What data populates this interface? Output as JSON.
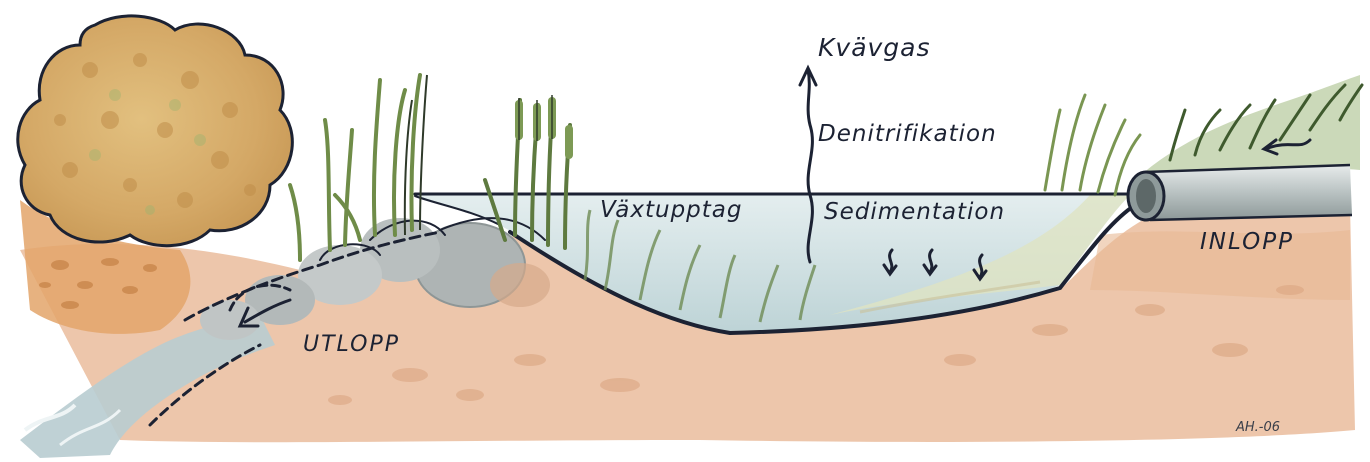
{
  "labels": {
    "gas": "Kvävgas",
    "denitrification": "Denitrifikation",
    "plant_uptake": "Växtupptag",
    "sedimentation": "Sedimentation",
    "inlet": "INLOPP",
    "outlet": "UTLOPP",
    "signature": "AH.-06"
  },
  "colors": {
    "soil": "#ecc3a6",
    "soil_dark": "#d9a27d",
    "water": "#cfe0e2",
    "water_line": "#1c2233",
    "reeds": "#7d9a55",
    "tree": "#d7b06a",
    "pipe": "#b9c2c2",
    "stone": "#aeb4b4"
  },
  "icons": {
    "gas_arrow": "up-arrow-icon",
    "sediment_arrows": "down-arrow-icon",
    "inflow_arrow": "left-arrow-icon",
    "outflow_arrow": "down-left-arrow-icon"
  }
}
